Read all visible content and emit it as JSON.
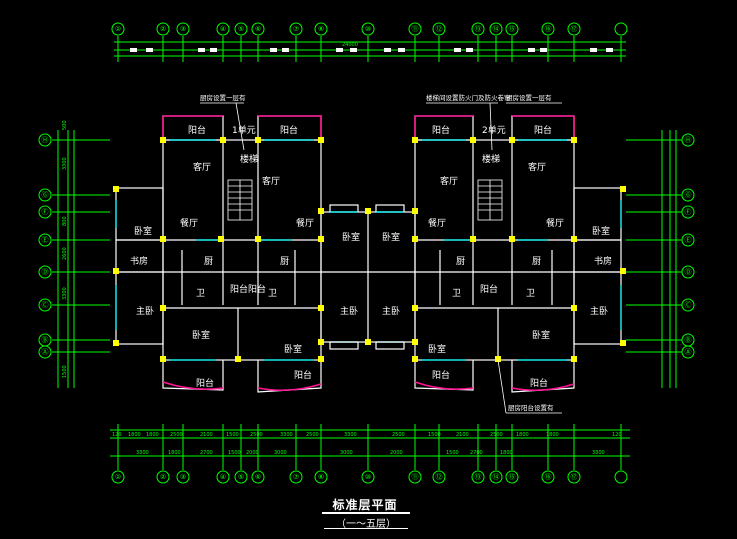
{
  "drawing": {
    "title": "标准层平面",
    "subtitle": "（一～五层）",
    "overall_dim": "24000",
    "top_axes": [
      "①",
      "②",
      "③",
      "④",
      "⑤",
      "⑥",
      "⑦",
      "⑧",
      "⑩",
      "⑪",
      "⑫",
      "⑬",
      "⑭",
      "⑮",
      "⑯",
      "⑰"
    ],
    "left_axes": [
      "Ⓗ",
      "Ⓖ",
      "Ⓕ",
      "Ⓔ",
      "Ⓓ",
      "Ⓒ",
      "Ⓑ",
      "Ⓐ"
    ],
    "right_axes": [
      "Ⓗ",
      "Ⓖ",
      "Ⓕ",
      "Ⓔ",
      "Ⓓ",
      "Ⓒ",
      "Ⓑ",
      "Ⓐ"
    ],
    "bottom_dims": [
      "120",
      "1800",
      "1800",
      "2500",
      "2100",
      "1500",
      "2500",
      "3300",
      "2500",
      "3300",
      "2500",
      "1500",
      "2100",
      "2500",
      "1800",
      "1800",
      "120"
    ],
    "bottom_axis_dims": [
      "3300",
      "1800",
      "2700",
      "1500",
      "2000",
      "3000",
      "3000",
      "2000",
      "1500",
      "2700",
      "1800",
      "3300"
    ],
    "left_dims": [
      "500",
      "3300",
      "800",
      "2600",
      "3300",
      "1500"
    ],
    "rooms": {
      "balcony": "阳台",
      "unit1": "1单元",
      "unit2": "2单元",
      "stair": "楼梯",
      "living": "客厅",
      "dining": "餐厅",
      "bedroom": "卧室",
      "study": "书房",
      "master": "主卧",
      "kitchen": "厨",
      "bath": "卫"
    },
    "notes": {
      "n1": "厨房设置一层有",
      "n2": "楼梯间设置防火门及防火卷帘",
      "n3": "厨房设置一层有",
      "n4": "厨房阳台设置有"
    }
  }
}
